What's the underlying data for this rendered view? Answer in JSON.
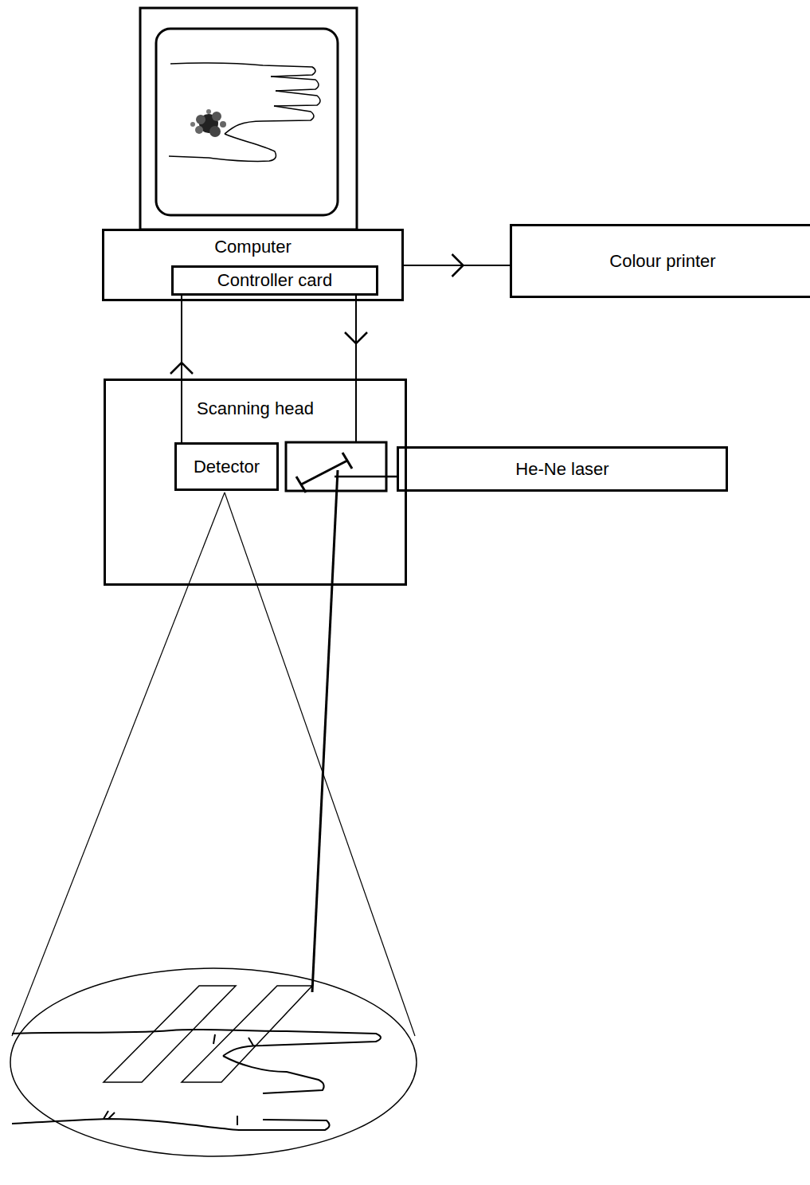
{
  "diagram": {
    "nodes": [
      {
        "text": [
          "Computer"
        ]
      },
      {
        "text": [
          "Controller card"
        ],
        "in": 0
      },
      {
        "text": [
          "Colour printer"
        ]
      },
      {
        "text": [
          "Scanning head"
        ]
      },
      {
        "text": [
          "Detector"
        ],
        "in": 3
      },
      {
        "text": [
          "He-Ne laser"
        ]
      }
    ],
    "edges": [
      {
        "from": 0,
        "to": 2,
        "arrow": "to"
      },
      {
        "from": 4,
        "to": 1,
        "arrow": "to"
      },
      {
        "from": 1,
        "to": 3,
        "arrow": "to"
      }
    ]
  }
}
